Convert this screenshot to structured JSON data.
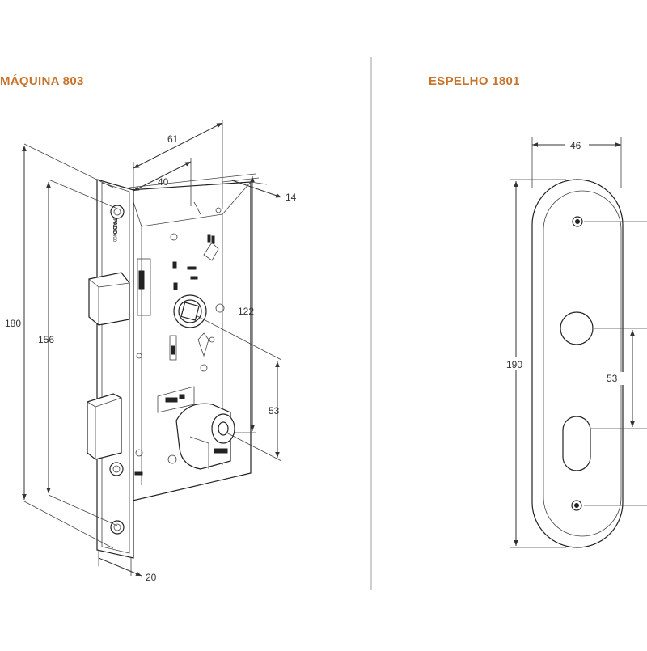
{
  "colors": {
    "title": "#c8732b",
    "line": "#333333",
    "divider": "#cfcfcf"
  },
  "titles": {
    "left": "MÁQUINA 803",
    "right": "ESPELHO 1801"
  },
  "lock": {
    "brand_marks": [
      "PADO",
      "803 0000"
    ],
    "dims": {
      "d61": "61",
      "d40": "40",
      "d14": "14",
      "d180": "180",
      "d156": "156",
      "d122": "122",
      "d53": "53",
      "d20": "20"
    }
  },
  "plate": {
    "dims": {
      "d46": "46",
      "d190": "190",
      "d53": "53"
    }
  }
}
